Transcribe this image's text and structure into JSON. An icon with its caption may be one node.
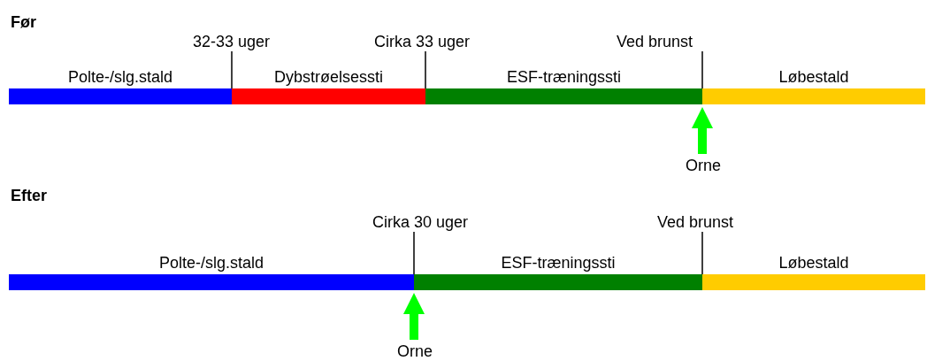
{
  "diagram": {
    "nodes": [
      {
        "text": [
          "Polte-/slg.stald"
        ]
      },
      {
        "text": [
          "Dybstrøelsessti"
        ]
      },
      {
        "text": [
          "ESF-træningssti"
        ]
      },
      {
        "text": [
          "Løbestald"
        ]
      },
      {
        "text": [
          "Orne"
        ]
      },
      {
        "text": [
          "Polte-/slg.stald"
        ]
      },
      {
        "text": [
          "ESF-træningssti"
        ]
      },
      {
        "text": [
          "Løbestald"
        ]
      },
      {
        "text": [
          "Orne"
        ]
      },
      {
        "text": [
          "32-33 uger"
        ]
      },
      {
        "text": [
          "Cirka 33 uger"
        ]
      },
      {
        "text": [
          "Ved brunst"
        ]
      },
      {
        "text": [
          "Cirka 30 uger"
        ]
      },
      {
        "text": [
          "Ved brunst"
        ]
      }
    ],
    "edges": [
      {
        "from": 4,
        "to": 3,
        "arrow": "to",
        "style": "thick",
        "color": "#00ff00"
      },
      {
        "from": 8,
        "to": 6,
        "arrow": "to",
        "style": "thick",
        "color": "#00ff00"
      },
      {
        "from": 9,
        "to": 1,
        "arrow": "none"
      },
      {
        "from": 10,
        "to": 1,
        "arrow": "none"
      },
      {
        "from": 11,
        "to": 3,
        "arrow": "none"
      },
      {
        "from": 12,
        "to": 6,
        "arrow": "none"
      },
      {
        "from": 13,
        "to": 7,
        "arrow": "none"
      }
    ],
    "labels": [
      "Før",
      "Efter"
    ]
  }
}
